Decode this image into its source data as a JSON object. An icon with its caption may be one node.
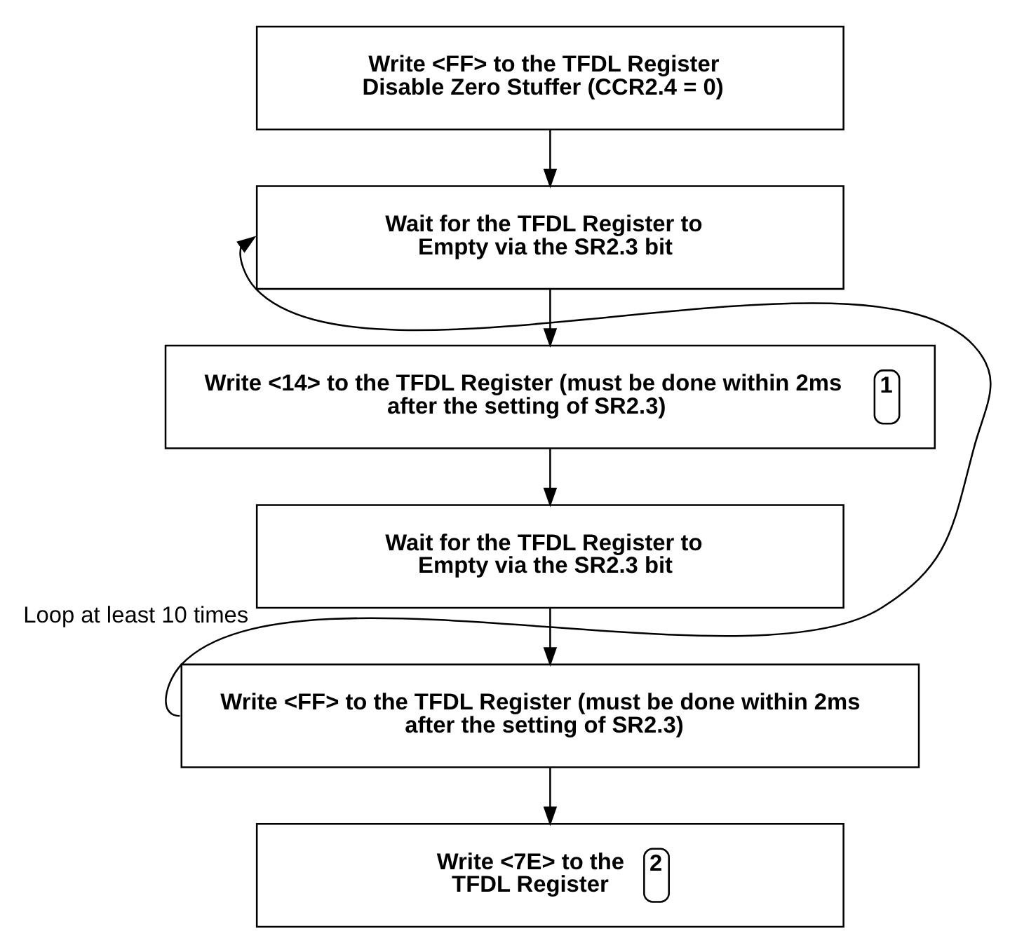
{
  "diagram": {
    "nodes": [
      {
        "text": [
          "Write <FF> to the TFDL Register Disable Zero Stuffer (CCR2.4 = 0)"
        ]
      },
      {
        "text": [
          "Wait for the TFDL Register to Empty via the SR2.3 bit"
        ]
      },
      {
        "text": [
          "Write <14> to the TFDL Register (must be done within 2ms after the setting of SR2.3)",
          "1"
        ]
      },
      {
        "text": [
          "Wait for the TFDL Register to Empty via the SR2.3 bit"
        ]
      },
      {
        "text": [
          "Write <FF> to the TFDL Register (must be done within 2ms after the setting of SR2.3)"
        ]
      },
      {
        "text": [
          "Write <7E> to the TFDL Register",
          "2"
        ]
      }
    ],
    "edges": [
      {
        "from": 0,
        "to": 1,
        "arrow": "to"
      },
      {
        "from": 1,
        "to": 2,
        "arrow": "to"
      },
      {
        "from": 2,
        "to": 3,
        "arrow": "to"
      },
      {
        "from": 3,
        "to": 4,
        "arrow": "to"
      },
      {
        "from": 4,
        "to": 5,
        "arrow": "to"
      },
      {
        "from": 4,
        "to": 1,
        "arrow": "to",
        "label": "Loop at least 10 times"
      }
    ]
  }
}
